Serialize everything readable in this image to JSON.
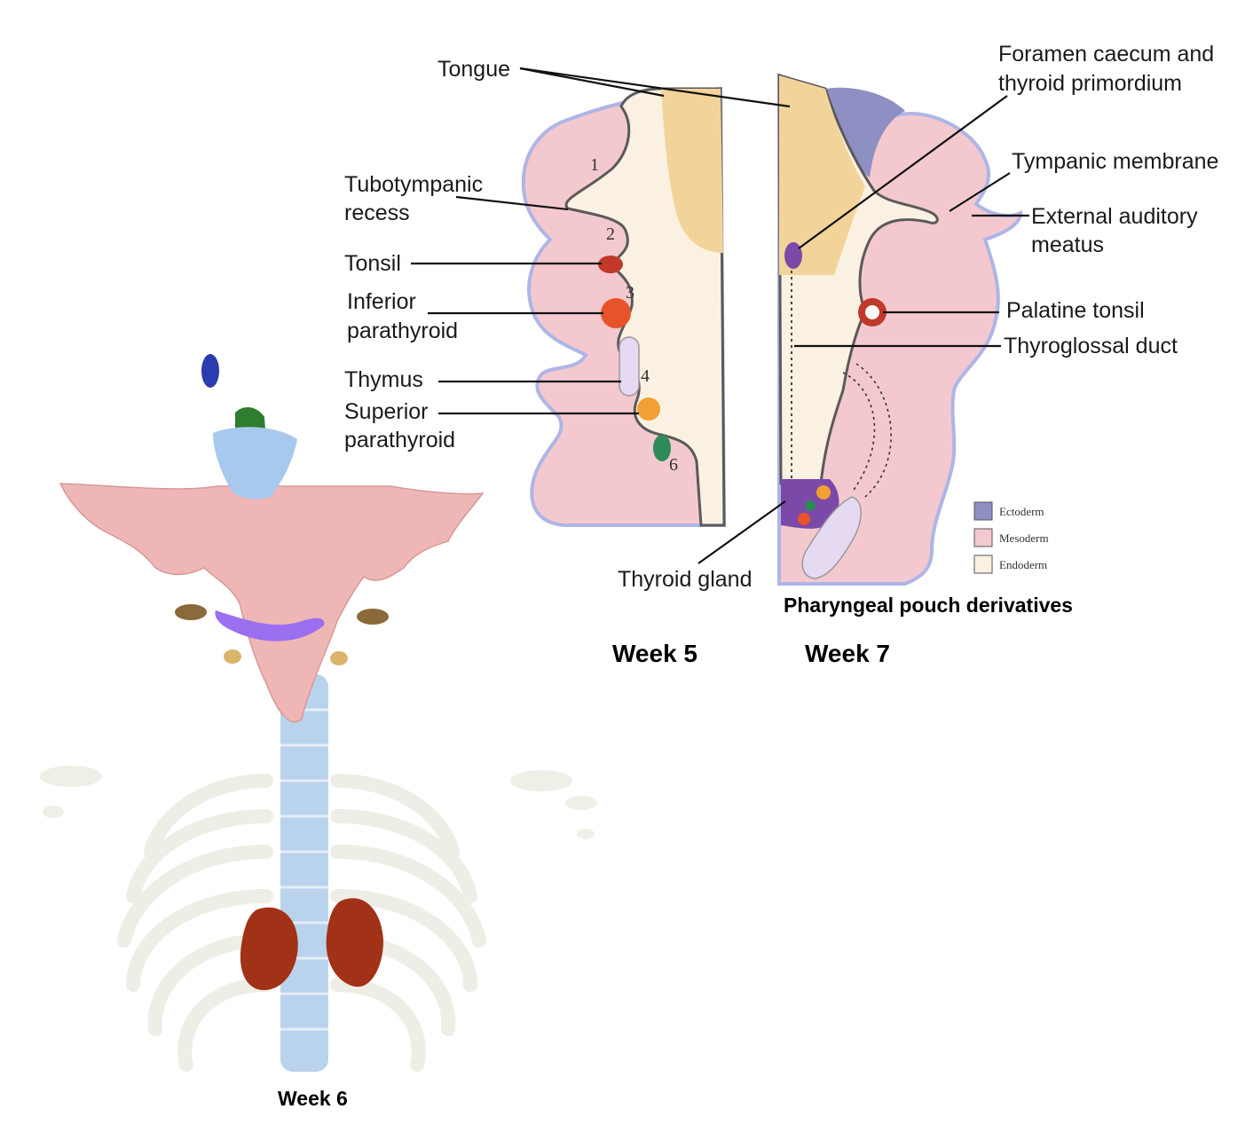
{
  "labels": {
    "tongue": "Tongue",
    "tubotympanic": [
      "Tubotympanic",
      "recess"
    ],
    "tonsil": "Tonsil",
    "inferior_parathyroid": [
      "Inferior",
      "parathyroid"
    ],
    "thymus": "Thymus",
    "superior_parathyroid": [
      "Superior",
      "parathyroid"
    ],
    "thyroid_gland": "Thyroid gland",
    "foramen": [
      "Foramen caecum and",
      "thyroid primordium"
    ],
    "tympanic_membrane": "Tympanic membrane",
    "external_auditory": [
      "External auditory",
      "meatus"
    ],
    "palatine_tonsil": "Palatine tonsil",
    "thyroglossal_duct": "Thyroglossal duct"
  },
  "pouch_numbers": [
    "1",
    "2",
    "3",
    "4",
    "6"
  ],
  "legend": [
    {
      "label": "Ectoderm",
      "color": "#8e8fc2"
    },
    {
      "label": "Mesoderm",
      "color": "#f3c9cf"
    },
    {
      "label": "Endoderm",
      "color": "#fbf1e2"
    }
  ],
  "captions": {
    "subtitle": "Pharyngeal pouch derivatives",
    "week5": "Week 5",
    "week7": "Week 7",
    "week6": "Week 6"
  },
  "colors": {
    "mesoderm": "#f3c9cf",
    "endoderm": "#fbf1e2",
    "ectoderm": "#8e8fc2",
    "tongue": "#f2d49a",
    "tonsil": "#c0392b",
    "inferior_parathyroid": "#e8542a",
    "thymus": "#e6d9f2",
    "superior_parathyroid": "#f2a033",
    "ultimobranchial": "#2e8b57",
    "thyroid": "#7b4aa8",
    "bone": "#efefe8",
    "spine": "#b9d3ec",
    "hyoid": "#f0bcbc",
    "thymus_3d": "#a23217"
  }
}
